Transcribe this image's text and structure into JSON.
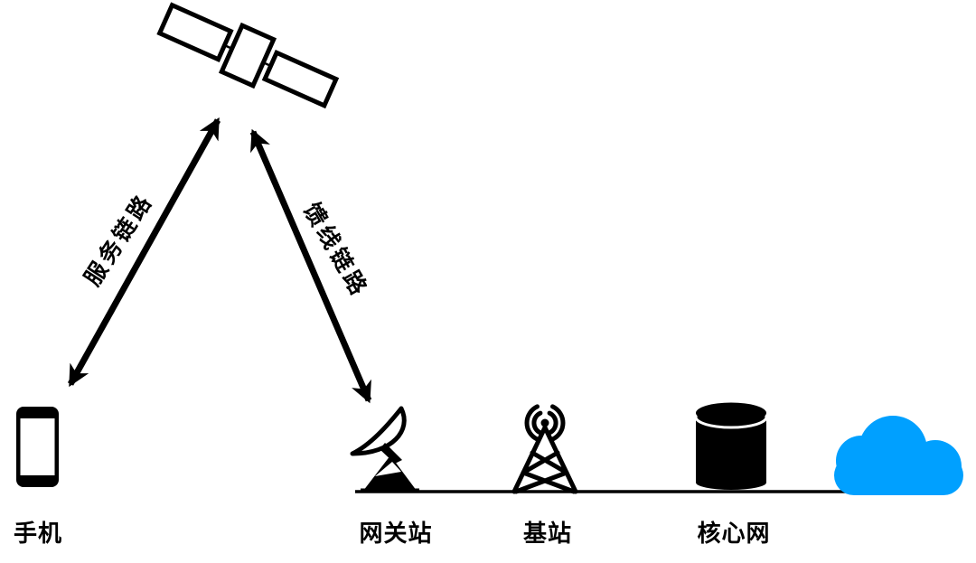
{
  "diagram": {
    "background": "#ffffff",
    "colors": {
      "stroke": "#000000",
      "cloud": "#00A0FF"
    },
    "nodes": {
      "phone": {
        "label": "手机"
      },
      "gateway": {
        "label": "网关站"
      },
      "base_station": {
        "label": "基站"
      },
      "core_network": {
        "label": "核心网"
      }
    },
    "links": {
      "service": {
        "label": "服务链路",
        "from": "phone",
        "to": "satellite"
      },
      "feeder": {
        "label": "馈线链路",
        "from": "gateway",
        "to": "satellite"
      }
    }
  }
}
